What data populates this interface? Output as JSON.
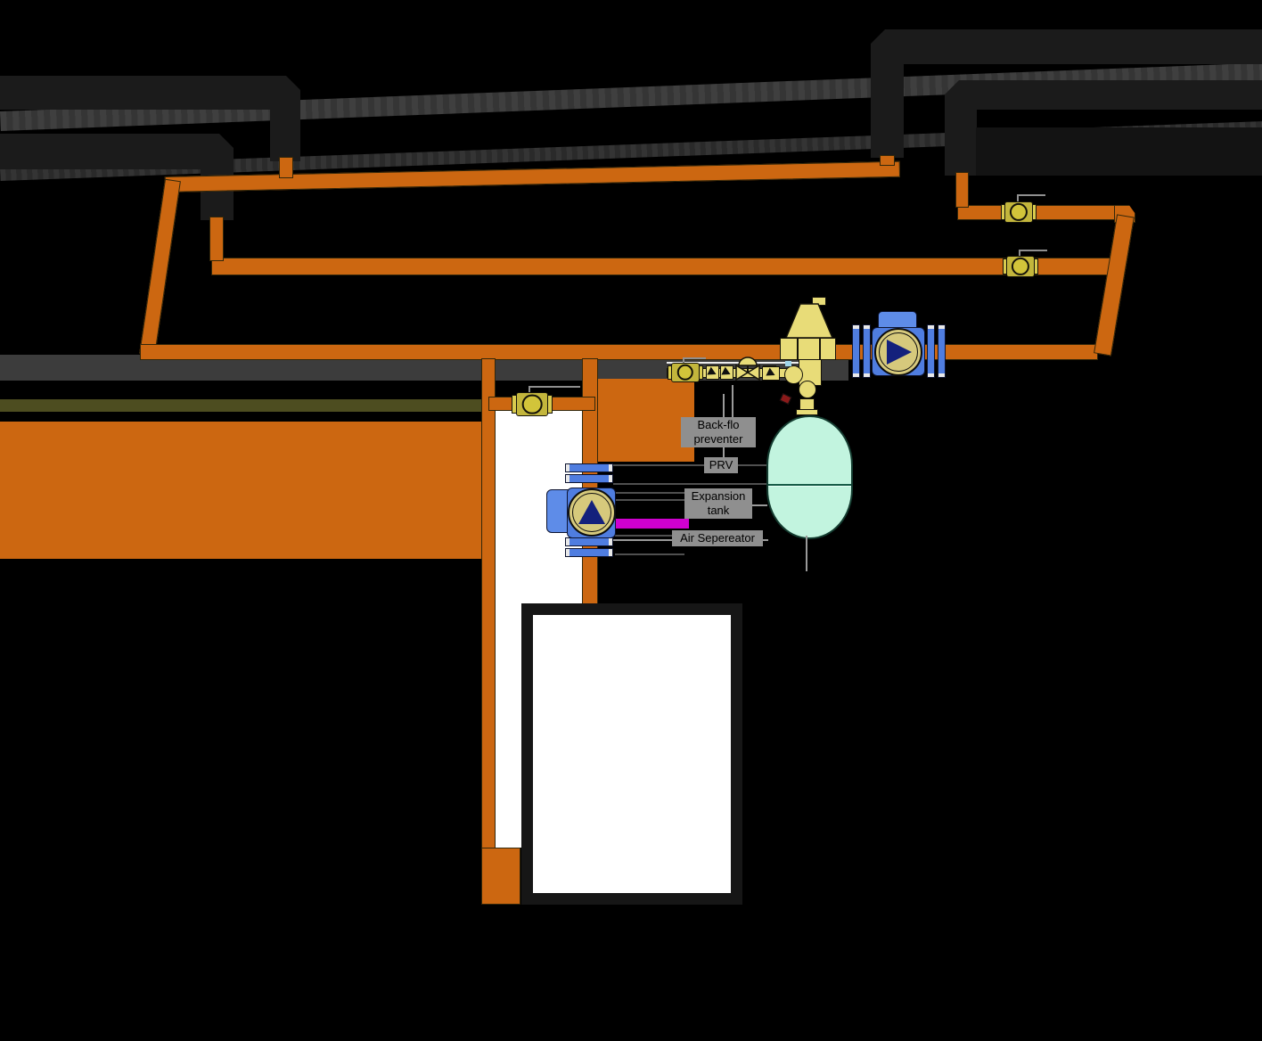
{
  "diagram": {
    "title": "hydronic heating piping diagram",
    "labels": {
      "backflo_line1": "Back-flo",
      "backflo_line2": "preventer",
      "prv": "PRV",
      "expansion_line1": "Expansion",
      "expansion_line2": "tank",
      "air_separator": "Air Sepereator"
    },
    "colors": {
      "background": "#000000",
      "pipe_orange": "#cc6711",
      "pipe_black": "#1b1b1b",
      "pipe_gray": "#3c3c3c",
      "olive": "#4d4d20",
      "valve_yellow": "#c3b63c",
      "separator_yellow": "#e8dc78",
      "pump_blue": "#4f7de0",
      "pump_motor_blue": "#5e8ce8",
      "impeller_khaki": "#d6c97c",
      "impeller_navy": "#14217c",
      "tank_cyan": "#c2f4df",
      "magenta_artifact": "#cf00cf",
      "label_gray": "#8f8f8f",
      "boiler_white": "#ffffff",
      "boiler_border": "#161616"
    }
  }
}
